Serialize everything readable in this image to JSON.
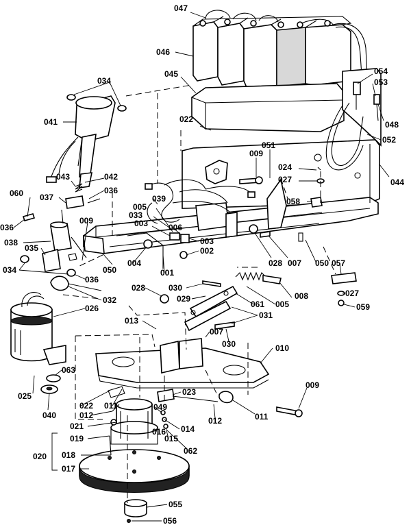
{
  "callouts": [
    {
      "key": "047",
      "text": "047"
    },
    {
      "key": "046",
      "text": "046"
    },
    {
      "key": "045",
      "text": "045"
    },
    {
      "key": "054",
      "text": "054"
    },
    {
      "key": "053",
      "text": "053"
    },
    {
      "key": "048",
      "text": "048"
    },
    {
      "key": "052",
      "text": "052"
    },
    {
      "key": "044",
      "text": "044"
    },
    {
      "key": "034a",
      "text": "034"
    },
    {
      "key": "041",
      "text": "041"
    },
    {
      "key": "022a",
      "text": "022"
    },
    {
      "key": "009a",
      "text": "009"
    },
    {
      "key": "051",
      "text": "051"
    },
    {
      "key": "024",
      "text": "024"
    },
    {
      "key": "027a",
      "text": "027"
    },
    {
      "key": "043",
      "text": "043"
    },
    {
      "key": "042",
      "text": "042"
    },
    {
      "key": "036a",
      "text": "036"
    },
    {
      "key": "060",
      "text": "060"
    },
    {
      "key": "037",
      "text": "037"
    },
    {
      "key": "039",
      "text": "039"
    },
    {
      "key": "033",
      "text": "033"
    },
    {
      "key": "005a",
      "text": "005"
    },
    {
      "key": "003a",
      "text": "003"
    },
    {
      "key": "058",
      "text": "058"
    },
    {
      "key": "036b",
      "text": "036"
    },
    {
      "key": "009b",
      "text": "009"
    },
    {
      "key": "006",
      "text": "006"
    },
    {
      "key": "038",
      "text": "038"
    },
    {
      "key": "003b",
      "text": "003"
    },
    {
      "key": "002",
      "text": "002"
    },
    {
      "key": "035",
      "text": "035"
    },
    {
      "key": "028a",
      "text": "028"
    },
    {
      "key": "007a",
      "text": "007"
    },
    {
      "key": "050a",
      "text": "050"
    },
    {
      "key": "004",
      "text": "004"
    },
    {
      "key": "050b",
      "text": "050"
    },
    {
      "key": "001",
      "text": "001"
    },
    {
      "key": "057",
      "text": "057"
    },
    {
      "key": "034b",
      "text": "034"
    },
    {
      "key": "036c",
      "text": "036"
    },
    {
      "key": "027b",
      "text": "027"
    },
    {
      "key": "032",
      "text": "032"
    },
    {
      "key": "028b",
      "text": "028"
    },
    {
      "key": "030a",
      "text": "030"
    },
    {
      "key": "029",
      "text": "029"
    },
    {
      "key": "061",
      "text": "061"
    },
    {
      "key": "005b",
      "text": "005"
    },
    {
      "key": "008",
      "text": "008"
    },
    {
      "key": "026",
      "text": "026"
    },
    {
      "key": "031",
      "text": "031"
    },
    {
      "key": "059",
      "text": "059"
    },
    {
      "key": "013",
      "text": "013"
    },
    {
      "key": "007b",
      "text": "007"
    },
    {
      "key": "030b",
      "text": "030"
    },
    {
      "key": "010",
      "text": "010"
    },
    {
      "key": "063",
      "text": "063"
    },
    {
      "key": "025",
      "text": "025"
    },
    {
      "key": "040",
      "text": "040"
    },
    {
      "key": "022b",
      "text": "022"
    },
    {
      "key": "023",
      "text": "023"
    },
    {
      "key": "009c",
      "text": "009"
    },
    {
      "key": "011a",
      "text": "011"
    },
    {
      "key": "012a",
      "text": "012"
    },
    {
      "key": "011b",
      "text": "011"
    },
    {
      "key": "012b",
      "text": "012"
    },
    {
      "key": "049",
      "text": "049"
    },
    {
      "key": "021",
      "text": "021"
    },
    {
      "key": "014",
      "text": "014"
    },
    {
      "key": "016",
      "text": "016"
    },
    {
      "key": "015",
      "text": "015"
    },
    {
      "key": "019",
      "text": "019"
    },
    {
      "key": "062",
      "text": "062"
    },
    {
      "key": "020",
      "text": "020"
    },
    {
      "key": "018",
      "text": "018"
    },
    {
      "key": "017",
      "text": "017"
    },
    {
      "key": "055",
      "text": "055"
    },
    {
      "key": "056",
      "text": "056"
    }
  ]
}
